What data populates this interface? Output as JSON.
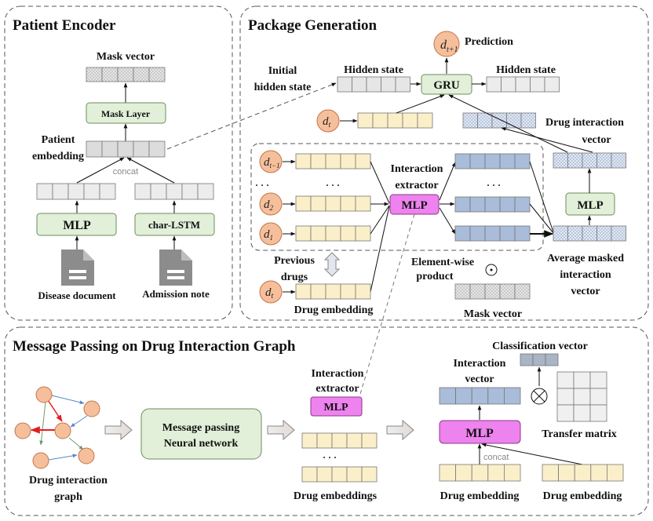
{
  "colors": {
    "panel_border": "#555555",
    "green_box": "#e2efd9",
    "green_border": "#6b8e5a",
    "magenta_box": "#ee82ee",
    "magenta_border": "#8b3a8b",
    "yellow_cell": "#fbefc9",
    "blue_cell": "#a9bcd9",
    "gray_cell": "#e3e3e3",
    "node_fill": "#f6bf9c",
    "node_border": "#c0764a",
    "red_edge": "#e02020",
    "blue_edge": "#5b86c8",
    "green_edge": "#6e9a6e"
  },
  "panels": {
    "patient_encoder": {
      "title": "Patient Encoder",
      "mask_vector_label": "Mask vector",
      "mask_layer_label": "Mask Layer",
      "patient_embedding_label_1": "Patient",
      "patient_embedding_label_2": "embedding",
      "concat_label": "concat",
      "mlp_label": "MLP",
      "char_lstm_label": "char-LSTM",
      "disease_document_label": "Disease document",
      "admission_note_label": "Admission note"
    },
    "package_generation": {
      "title": "Package Generation",
      "prediction_label": "Prediction",
      "prediction_node": "d",
      "prediction_sub": "t+1",
      "initial_hidden_1": "Initial",
      "initial_hidden_2": "hidden state",
      "hidden_state_left": "Hidden state",
      "hidden_state_right": "Hidden state",
      "gru_label": "GRU",
      "dt_node": "d",
      "dt_sub": "t",
      "drug_interaction_vector_1": "Drug interaction",
      "drug_interaction_vector_2": "vector",
      "prev_nodes": [
        {
          "base": "d",
          "sub": "t−1"
        },
        {
          "base": "d",
          "sub": "2"
        },
        {
          "base": "d",
          "sub": "1"
        }
      ],
      "ellipsis": "· · ·",
      "interaction_extractor_1": "Interaction",
      "interaction_extractor_2": "extractor",
      "mlp_magenta_label": "MLP",
      "mlp_green_label": "MLP",
      "previous_drugs_1": "Previous",
      "previous_drugs_2": "drugs",
      "drug_embedding_label": "Drug embedding",
      "element_wise_1": "Element-wise",
      "element_wise_2": "product",
      "odot_symbol": "⊙",
      "mask_vector_label": "Mask vector",
      "avg_masked_1": "Average masked",
      "avg_masked_2": "interaction",
      "avg_masked_3": "vector"
    },
    "message_passing": {
      "title": "Message Passing on Drug Interaction Graph",
      "graph_label_1": "Drug interaction",
      "graph_label_2": "graph",
      "mpnn_label_1": "Message passing",
      "mpnn_label_2": "Neural network",
      "interaction_extractor_1": "Interaction",
      "interaction_extractor_2": "extractor",
      "mlp_label": "MLP",
      "drug_embeddings_label": "Drug embeddings",
      "ellipsis": "· · ·",
      "classification_vector_label": "Classification vector",
      "interaction_vector_1": "Interaction",
      "interaction_vector_2": "vector",
      "otimes_symbol": "⊗",
      "transfer_matrix_label": "Transfer matrix",
      "mlp_right_label": "MLP",
      "concat_label": "concat",
      "drug_embedding_left": "Drug embedding",
      "drug_embedding_right": "Drug embedding"
    }
  }
}
